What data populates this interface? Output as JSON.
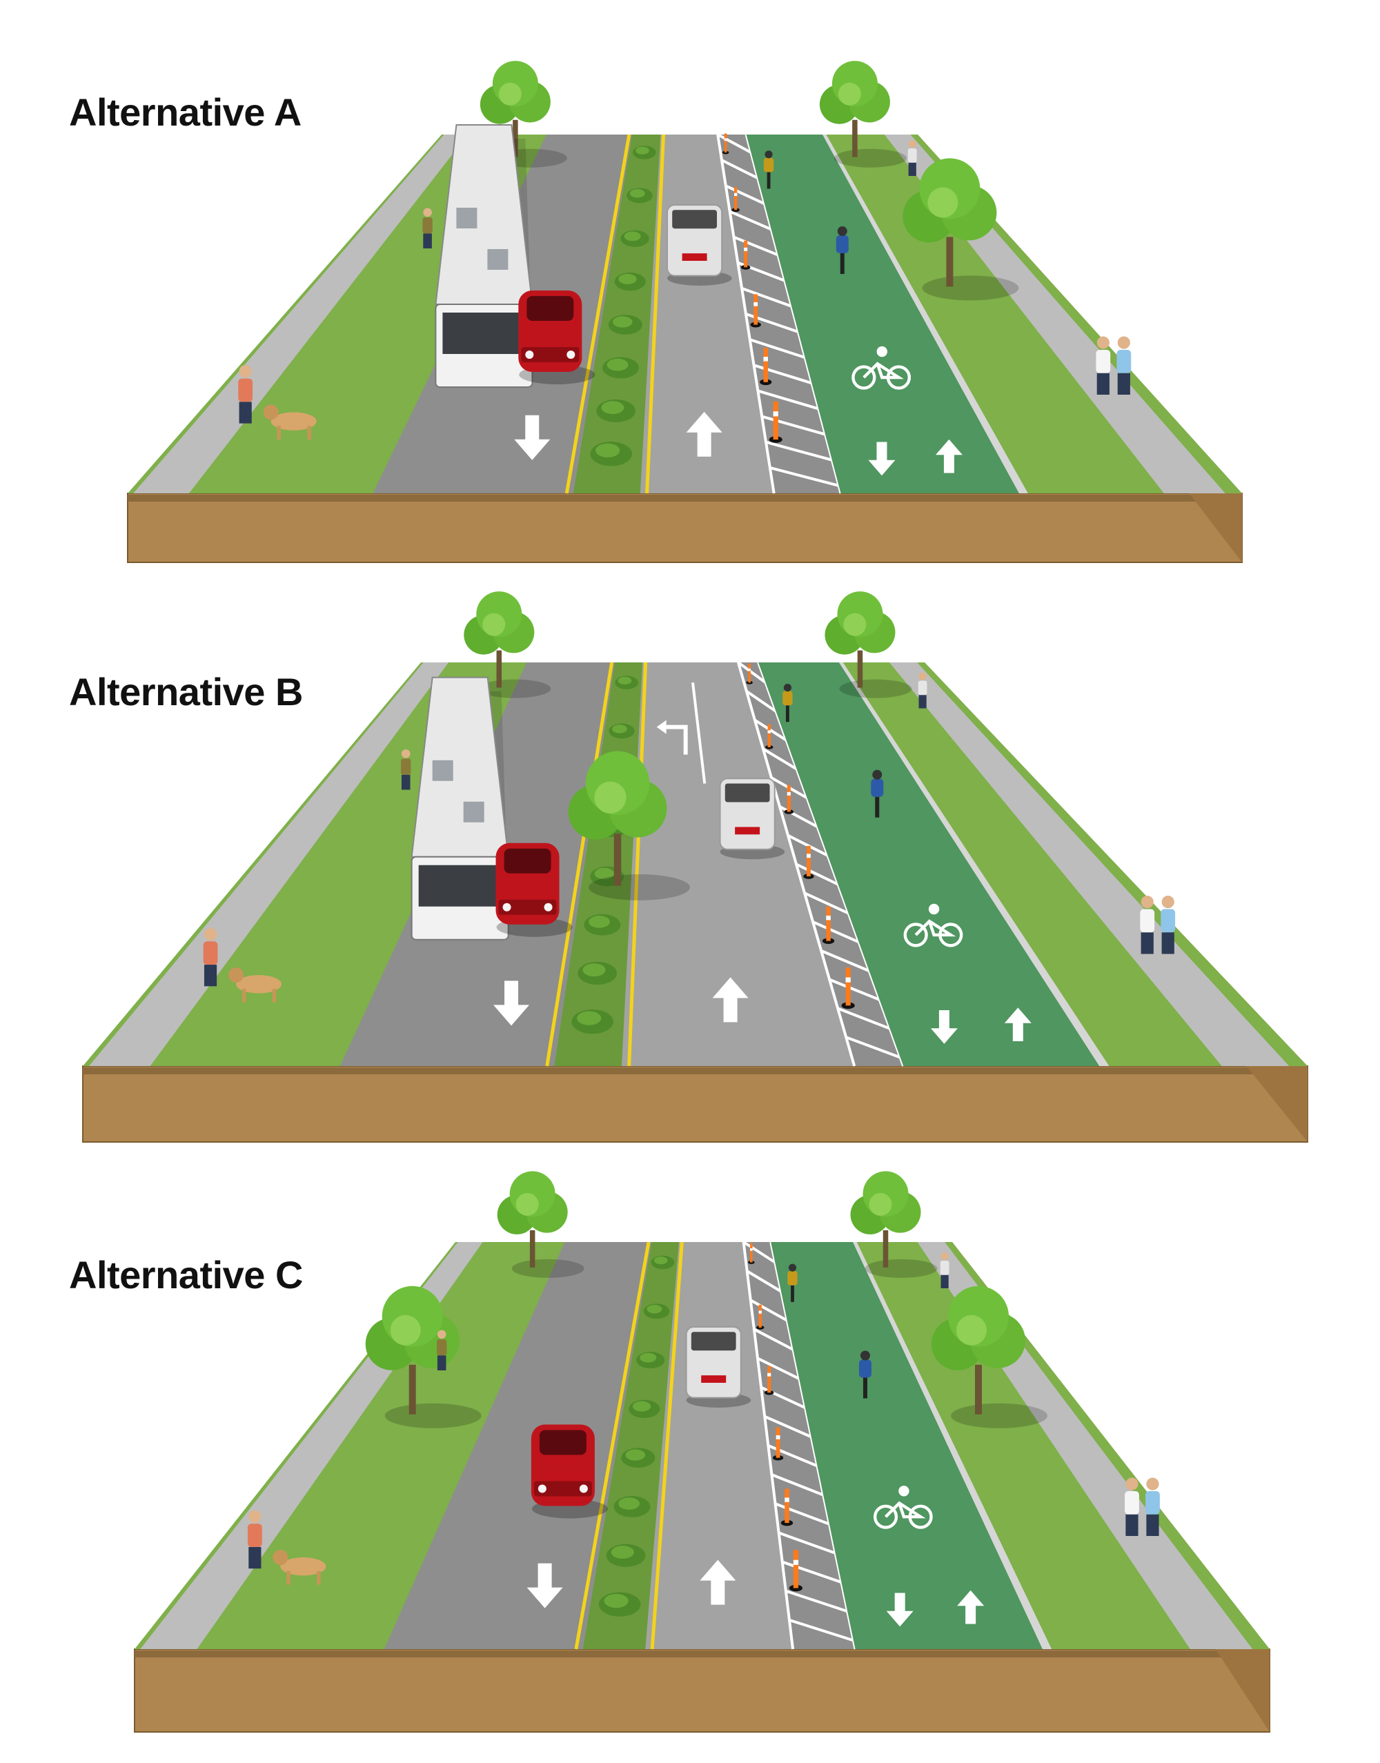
{
  "panels": [
    {
      "id": "a",
      "title": "Alternative A",
      "has_bus": true,
      "has_turn_lane": false,
      "side_trees": false
    },
    {
      "id": "b",
      "title": "Alternative B",
      "has_bus": true,
      "has_turn_lane": true,
      "side_trees": false
    },
    {
      "id": "c",
      "title": "Alternative C",
      "has_bus": false,
      "has_turn_lane": false,
      "side_trees": true
    }
  ],
  "colors": {
    "grass": "#7fb04a",
    "grass_dark": "#6a9a3c",
    "asphalt": "#8e8e8e",
    "asphalt_light": "#a3a3a3",
    "bike_lane": "#4f9660",
    "soil": "#b08650",
    "soil_dark": "#8d6a3c",
    "sidewalk": "#bdbdbd",
    "yellow_line": "#f3d31b",
    "tree": "#6fbf3a",
    "car": "#c0141c",
    "bus": "#f2f2f2",
    "suv": "#e2e2e2",
    "bollard": "#ff7a1a"
  },
  "icons": [
    "arrow-down-icon",
    "arrow-up-icon",
    "bike-lane-symbol-icon",
    "left-turn-arrow-icon"
  ]
}
